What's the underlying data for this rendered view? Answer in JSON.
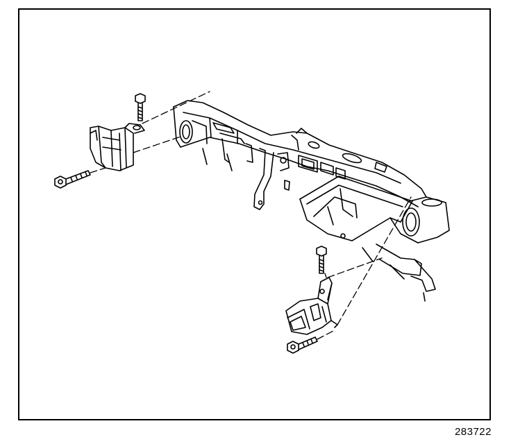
{
  "figure": {
    "number": "283722"
  },
  "parts": [
    {
      "id": "left-bracket",
      "icon": "mounting-bracket-icon"
    },
    {
      "id": "left-upper-bolt",
      "icon": "bolt-icon"
    },
    {
      "id": "left-lower-bolt",
      "icon": "bolt-icon"
    },
    {
      "id": "right-bracket",
      "icon": "mounting-bracket-icon"
    },
    {
      "id": "right-upper-bolt",
      "icon": "bolt-icon"
    },
    {
      "id": "right-lower-bolt",
      "icon": "bolt-icon"
    },
    {
      "id": "frame-crossmember",
      "icon": "crossmember-icon"
    }
  ]
}
